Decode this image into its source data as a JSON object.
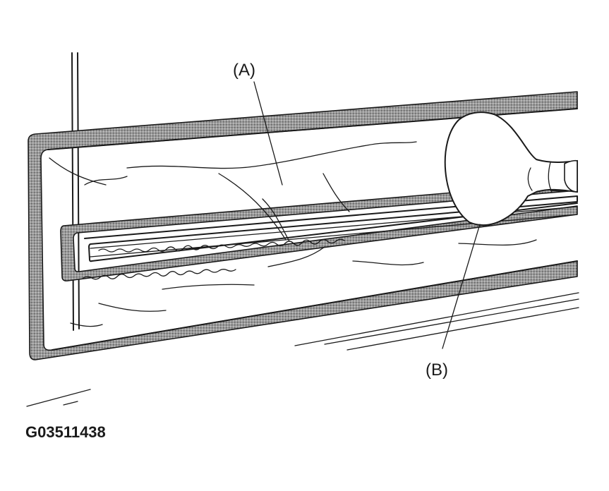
{
  "callouts": {
    "a": "(A)",
    "b": "(B)"
  },
  "figure_id": "G03511438",
  "colors": {
    "ink": "#1a1a1a",
    "paper": "#ffffff",
    "hatch": "#8a8a8a"
  }
}
